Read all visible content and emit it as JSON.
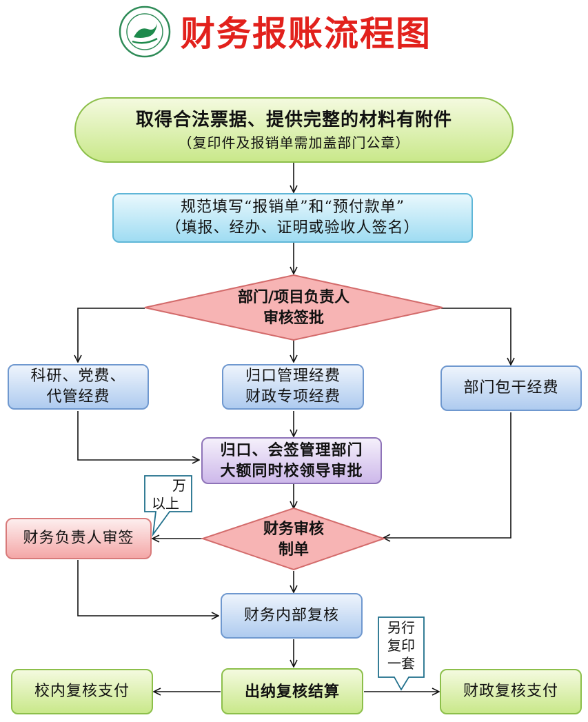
{
  "header": {
    "title": "财务报账流程图",
    "logo_icon": "school-seal-logo"
  },
  "steps": {
    "step1": {
      "line1": "取得合法票据、提供完整的材料有附件",
      "line2": "（复印件及报销单需加盖部门公章）"
    },
    "step2": {
      "line1": "规范填写“报销单”和“预付款单”",
      "line2": "（填报、经办、证明或验收人签名）"
    },
    "decision1": {
      "line1": "部门/项目负责人",
      "line2": "审核签批"
    },
    "branch_left": {
      "line1": "科研、党费、",
      "line2": "代管经费"
    },
    "branch_middle": {
      "line1": "归口管理经费",
      "line2": "财政专项经费"
    },
    "branch_right": {
      "line1": "部门包干经费"
    },
    "approval": {
      "line1": "归口、会签管理部门",
      "line2": "大额同时校领导审批"
    },
    "note_wan": {
      "line1": "万",
      "line2": "以上"
    },
    "finance_head": {
      "line1": "财务负责人审签"
    },
    "decision2": {
      "line1": "财务审核",
      "line2": "制单"
    },
    "internal_review": {
      "line1": "财务内部复核"
    },
    "cashier": {
      "line1": "出纳复核结算"
    },
    "note_copy": {
      "line1": "另行",
      "line2": "复印",
      "line3": "一套"
    },
    "pay_internal": {
      "line1": "校内复核支付"
    },
    "pay_finance": {
      "line1": "财政复核支付"
    }
  },
  "colors": {
    "title": "#e2211c",
    "green": "#c9e88a",
    "blue": "#9fdcf2",
    "light_blue": "#aecbef",
    "purple": "#cdb8ea",
    "red": "#f4a7a7"
  }
}
